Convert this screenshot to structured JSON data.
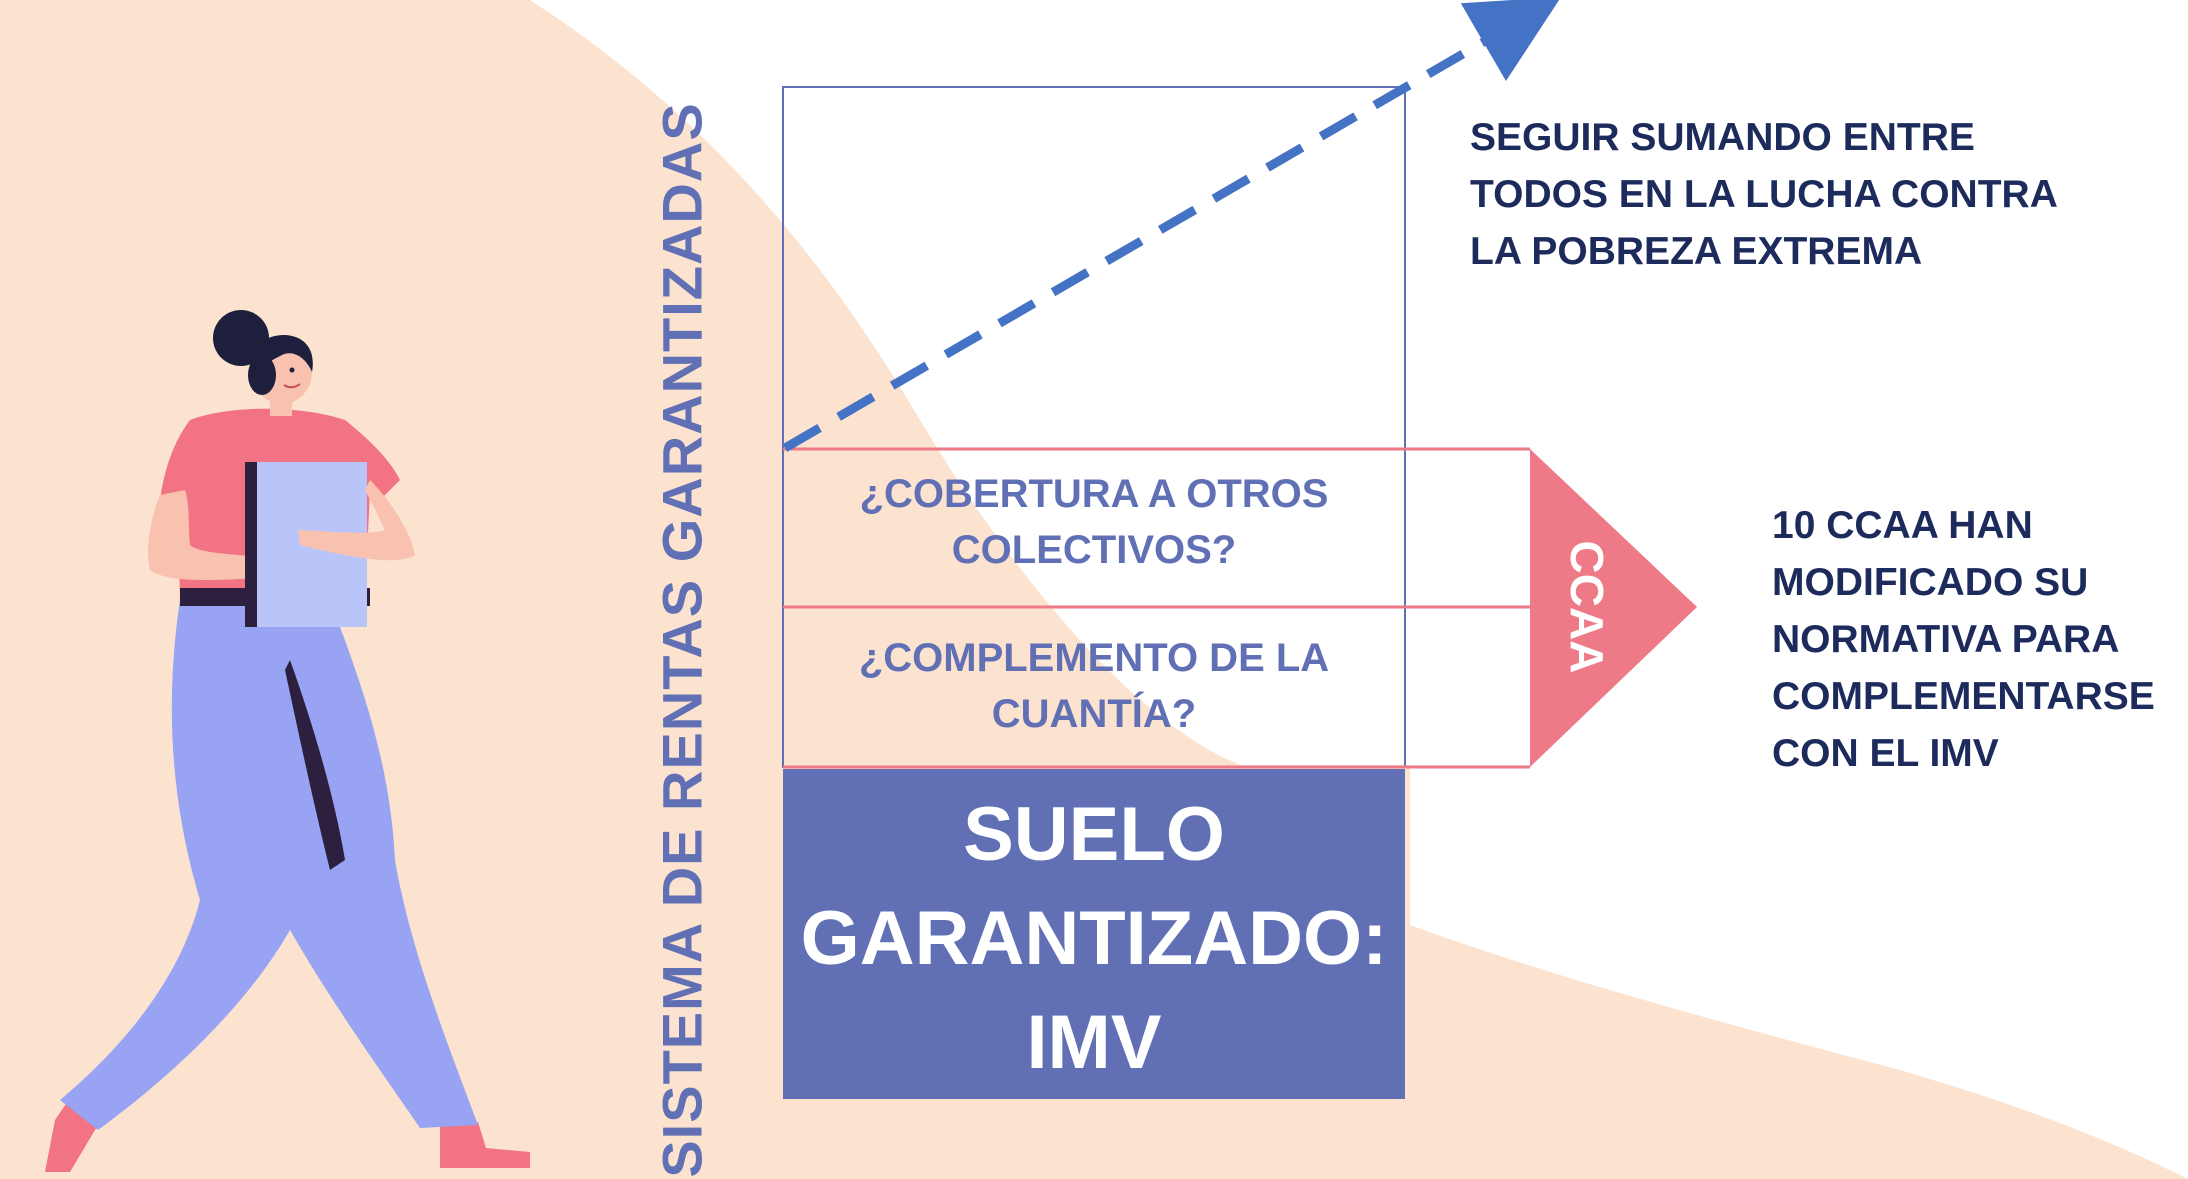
{
  "diagram": {
    "vertical_label": "SISTEMA DE RENTAS GARANTIZADAS",
    "coverage_question": [
      "¿COBERTURA A OTROS",
      "COLECTIVOS?"
    ],
    "amount_question": [
      "¿COMPLEMENTO DE LA",
      "CUANTÍA?"
    ],
    "floor_label": [
      "SUELO",
      "GARANTIZADO:",
      "IMV"
    ],
    "arrow_label": "CCAA",
    "goal_text": [
      "SEGUIR SUMANDO ENTRE",
      "TODOS EN LA LUCHA CONTRA",
      "LA POBREZA EXTREMA"
    ],
    "ccaa_note": [
      "10 CCAA HAN",
      "MODIFICADO SU",
      "NORMATIVA PARA",
      "COMPLEMENTARSE",
      "CON EL IMV"
    ]
  },
  "colors": {
    "background_blob": "#fbe3cf",
    "accent_blue": "#6170b5",
    "dashed_arrow": "#4472c4",
    "pink": "#ee7a87",
    "dark_text": "#1c2a5c",
    "white": "#ffffff"
  },
  "illustration": {
    "subject": "woman-holding-folder"
  }
}
